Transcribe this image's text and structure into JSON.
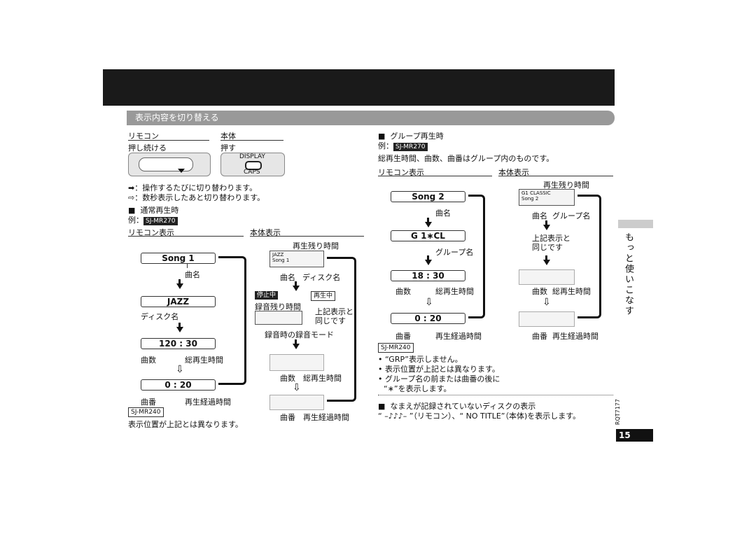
{
  "section_title": "表示内容を切り替える",
  "controls": {
    "remote_label": "リモコン",
    "remote_action": "押し続ける",
    "unit_label": "本体",
    "unit_action": "押す",
    "display_button": "DISPLAY",
    "caps_label": "CAPS",
    "legend_solid": "：操作するたびに切り替わります。",
    "legend_hollow": "：数秒表示したあと切り替わります。"
  },
  "normal": {
    "heading": "通常再生時",
    "example_prefix": "例：",
    "example_model": "SJ-MR270",
    "remote_display": "リモコン表示",
    "unit_display": "本体表示",
    "lcd1": "Song 1",
    "cap1": "曲名",
    "lcd2": "JAZZ",
    "cap2": "ディスク名",
    "lcd3": "120 : 30",
    "cap3a": "曲数",
    "cap3b": "総再生時間",
    "lcd4": "0 : 20",
    "cap4a": "曲番",
    "cap4b": "再生経過時間",
    "model2": "SJ-MR240",
    "note": "表示位置が上記とは異なります。",
    "unit_top_label": "再生残り時間",
    "unit_lcd1_l1": "JAZZ",
    "unit_lcd1_l2": "Song 1",
    "unit_cap1a": "曲名",
    "unit_cap1b": "ディスク名",
    "stop_badge": "停止中",
    "play_badge": "再生中",
    "rec_remain": "録音残り時間",
    "same_as_above": "上記表示と\n同じです",
    "rec_mode": "録音時の録音モード",
    "unit_cap3a": "曲数",
    "unit_cap3b": "総再生時間",
    "unit_cap4a": "曲番",
    "unit_cap4b": "再生経過時間"
  },
  "group": {
    "heading": "グループ再生時",
    "example_prefix": "例：",
    "example_model": "SJ-MR270",
    "desc": "総再生時間、曲数、曲番はグループ内のものです。",
    "remote_display": "リモコン表示",
    "unit_display": "本体表示",
    "lcd1": "Song 2",
    "cap1": "曲名",
    "lcd2": "G 1∗CL",
    "cap2": "グループ名",
    "lcd3": "18 : 30",
    "cap3a": "曲数",
    "cap3b": "総再生時間",
    "lcd4": "0 : 20",
    "cap4a": "曲番",
    "cap4b": "再生経過時間",
    "unit_top_label": "再生残り時間",
    "unit_lcd1_l1": "G1 CLASSIC",
    "unit_lcd1_l2": "Song 2",
    "unit_cap1a": "曲名",
    "unit_cap1b": "グループ名",
    "same_as_above": "上記表示と\n同じです",
    "unit_cap3a": "曲数",
    "unit_cap3b": "総再生時間",
    "unit_cap4a": "曲番",
    "unit_cap4b": "再生経過時間",
    "model2": "SJ-MR240",
    "bullets": [
      "• “GRP”表示しません。",
      "• 表示位置が上記とは異なります。",
      "• グループ名の前または曲番の後に",
      "“∗”を表示します。"
    ]
  },
  "noname": {
    "heading": "なまえが記録されていないディスクの表示",
    "text": "“ –♪♪♪– ”（リモコン）、“ NO TITLE”（本体)を表示します。"
  },
  "side_text": "もっと使いこなす",
  "doc_code": "RQT7177",
  "page_number": "15"
}
